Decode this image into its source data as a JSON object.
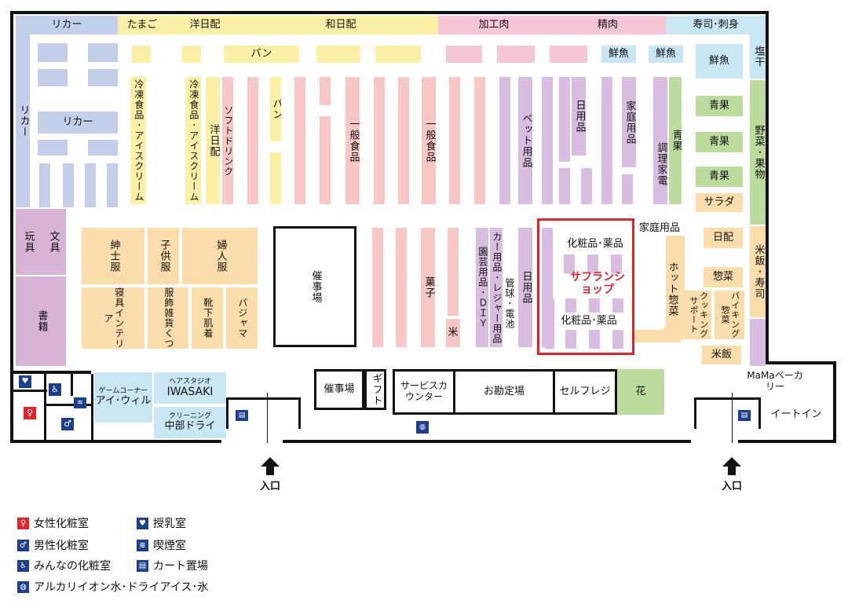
{
  "top_bands": {
    "liquor_top": "リカー",
    "eggs": "たまご",
    "western_deli": "洋日配",
    "japanese_deli": "和日配",
    "processed_meat": "加工肉",
    "meat": "精肉",
    "sushi": "寿司･刺身"
  },
  "left_side": {
    "liquor_side": "リカー",
    "liquor_block": "リカー",
    "toys": "玩具",
    "stationery": "文具",
    "books": "書籍"
  },
  "aisles": {
    "bread_top": "パン",
    "frozen1": "冷凍食品･アイスクリーム",
    "frozen2": "冷凍食品･アイスクリーム",
    "western_deli_v": "洋日配",
    "soft_drink": "ソフトドリンク",
    "bread_v": "パン",
    "general_food1": "一般食品",
    "general_food2": "一般食品",
    "pet": "ペット用品",
    "daily_goods": "日用品",
    "household": "家庭用品",
    "appliance": "調理家電",
    "produce_v": "青果",
    "snacks": "菓子",
    "rice": "米",
    "garden": "園芸用品･ＤＩＹ",
    "car": "カー用品･レジャー用品",
    "golf": "管球･電池",
    "daily_goods2": "日用品",
    "household2": "家庭用品",
    "hot_deli": "ホット惣菜"
  },
  "apparel": {
    "mens": "紳士服",
    "kids": "子供服",
    "ladies": "婦人服",
    "bedding": "寝具インテリア",
    "accessories": "服飾雑貨くつ",
    "socks": "靴下肌着",
    "pajama": "パジャマ"
  },
  "center": {
    "event_hall": "催事場",
    "event_small": "催事場",
    "gift": "ギフト",
    "service": "サービスカウンター",
    "checkout": "お勘定場",
    "self_register": "セルフレジ",
    "flowers": "花"
  },
  "highlight": {
    "cosme_top": "化粧品･薬品",
    "shop_name": "サフランショップ",
    "cosme_bottom": "化粧品･薬品"
  },
  "right_side": {
    "fresh_fish1": "鮮魚",
    "fresh_fish2": "鮮魚",
    "fresh_fish3": "鮮魚",
    "salted": "塩干",
    "produce1": "青果",
    "produce2": "青果",
    "produce3": "青果",
    "salad": "サラダ",
    "vegetables": "野菜･果物",
    "japanese_daily": "日配",
    "rice_sushi": "米飯･寿司",
    "deli": "惣菜",
    "cooking_support": "クッキングサポート",
    "viking_deli": "バイキング惣菜",
    "cooked_rice": "米飯",
    "bakery": "MaMaベーカリー",
    "eat_in": "イートイン"
  },
  "tenants": {
    "game_label": "ゲームコーナー",
    "game_name": "アイ･ウィル",
    "hair_label": "ヘアスタジオ",
    "hair_name": "IWASAKI",
    "cleaning_label": "クリーニング",
    "cleaning_name": "中部ドライ"
  },
  "entrances": [
    "入口",
    "入口"
  ],
  "legend": [
    {
      "icon": "womens-restroom-icon",
      "label": "女性化粧室"
    },
    {
      "icon": "nursing-room-icon",
      "label": "授乳室"
    },
    {
      "icon": "mens-restroom-icon",
      "label": "男性化粧室"
    },
    {
      "icon": "smoking-room-icon",
      "label": "喫煙室"
    },
    {
      "icon": "accessible-restroom-icon",
      "label": "みんなの化粧室"
    },
    {
      "icon": "cart-storage-icon",
      "label": "カート置場"
    },
    {
      "icon": "water-ice-icon",
      "label": "アルカリイオン水･ドライアイス･氷"
    }
  ],
  "colors": {
    "highlight_border": "#e0242a",
    "shop_name": "#e0242a",
    "outline": "#111111"
  }
}
